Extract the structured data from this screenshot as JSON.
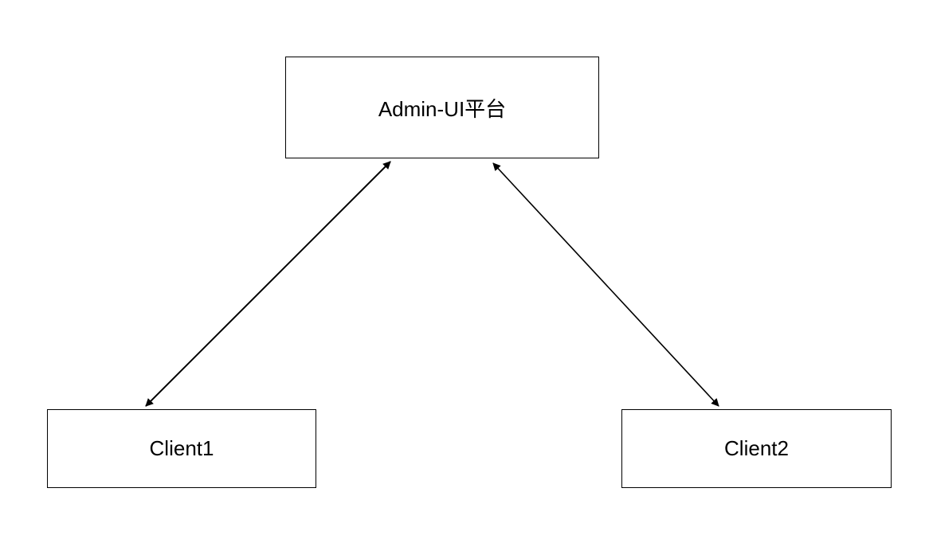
{
  "nodes": {
    "admin": {
      "label": "Admin-UI平台"
    },
    "client1": {
      "label": "Client1"
    },
    "client2": {
      "label": "Client2"
    }
  },
  "edges": [
    {
      "from": "admin",
      "to": "client1",
      "direction": "bidirectional"
    },
    {
      "from": "admin",
      "to": "client2",
      "direction": "bidirectional"
    }
  ],
  "colors": {
    "stroke": "#000000",
    "background": "#ffffff"
  }
}
